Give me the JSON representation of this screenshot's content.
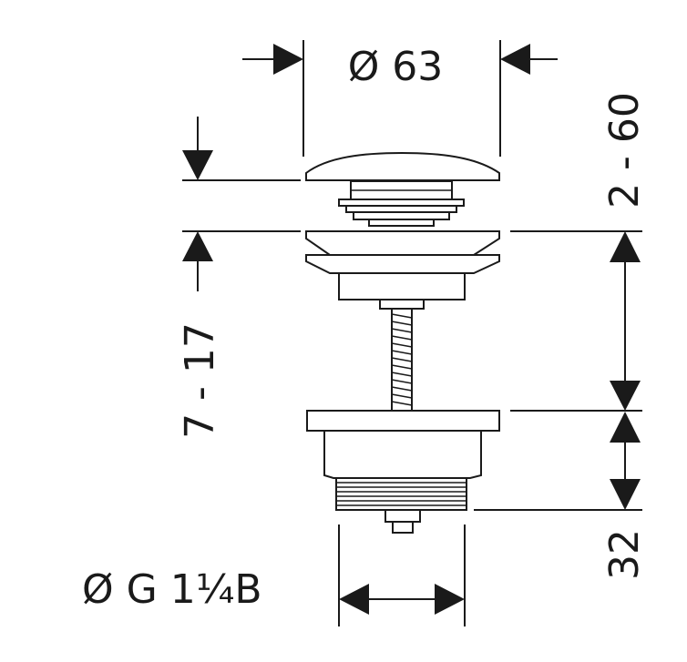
{
  "diagram": {
    "dimensions": {
      "diameter_top": "Ø 63",
      "height_range": "2 - 60",
      "length_range": "7 - 17",
      "bottom_height": "32",
      "thread_spec": "Ø G 1¼B"
    },
    "colors": {
      "line": "#1a1a1a",
      "background": "#ffffff"
    }
  }
}
